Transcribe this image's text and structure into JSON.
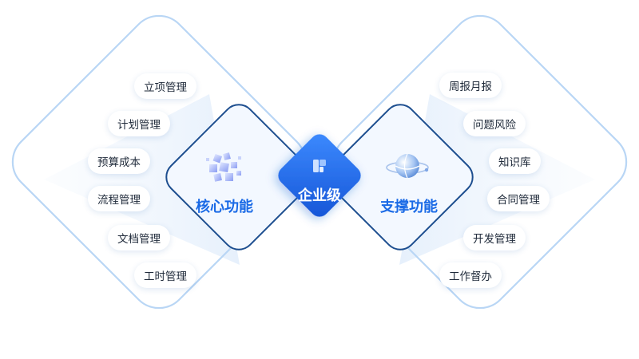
{
  "center": {
    "label": "企业级",
    "logo_icon": "enterprise-logo-icon"
  },
  "core": {
    "title": "核心功能",
    "icon": "cubes-icon",
    "items": [
      {
        "label": "立项管理"
      },
      {
        "label": "计划管理"
      },
      {
        "label": "预算成本"
      },
      {
        "label": "流程管理"
      },
      {
        "label": "文档管理"
      },
      {
        "label": "工时管理"
      }
    ]
  },
  "support": {
    "title": "支撑功能",
    "icon": "globe-icon",
    "items": [
      {
        "label": "周报月报"
      },
      {
        "label": "问题风险"
      },
      {
        "label": "知识库"
      },
      {
        "label": "合同管理"
      },
      {
        "label": "开发管理"
      },
      {
        "label": "工作督办"
      }
    ]
  },
  "colors": {
    "outline_light": "#b9d6f5",
    "outline_dark": "#1d4e8f",
    "accent": "#1a6ae6",
    "center_fill": "#1f6ff0"
  }
}
